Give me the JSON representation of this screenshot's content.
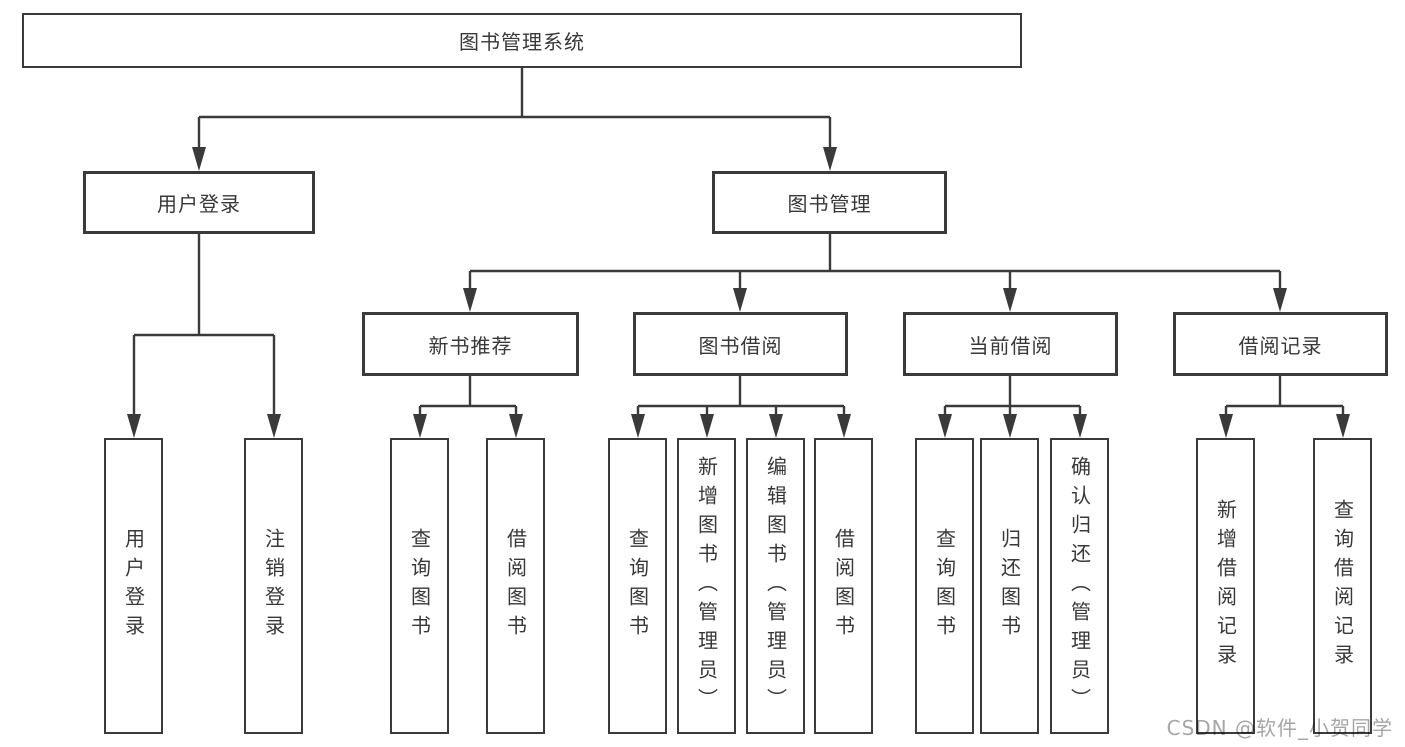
{
  "colors": {
    "background": "#ffffff",
    "line": "#3a3a3a",
    "box_border": "#3a3a3a",
    "text": "#383838",
    "watermark": "#a6a6a6"
  },
  "diagram": {
    "type": "tree",
    "root": {
      "label": "图书管理系统"
    },
    "level2": [
      {
        "id": "user-login",
        "label": "用户登录"
      },
      {
        "id": "book-management",
        "label": "图书管理"
      }
    ],
    "level3": [
      {
        "id": "new-book-recommend",
        "parent": "图书管理",
        "label": "新书推荐"
      },
      {
        "id": "book-borrowing",
        "parent": "图书管理",
        "label": "图书借阅"
      },
      {
        "id": "current-borrowing",
        "parent": "图书管理",
        "label": "当前借阅"
      },
      {
        "id": "borrowing-records",
        "parent": "图书管理",
        "label": "借阅记录"
      }
    ],
    "leaves": [
      {
        "parent": "用户登录",
        "label": "用户登录"
      },
      {
        "parent": "用户登录",
        "label": "注销登录"
      },
      {
        "parent": "新书推荐",
        "label": "查询图书"
      },
      {
        "parent": "新书推荐",
        "label": "借阅图书"
      },
      {
        "parent": "图书借阅",
        "label": "查询图书"
      },
      {
        "parent": "图书借阅",
        "label": "新增图书（管理员）"
      },
      {
        "parent": "图书借阅",
        "label": "编辑图书（管理员）"
      },
      {
        "parent": "图书借阅",
        "label": "借阅图书"
      },
      {
        "parent": "当前借阅",
        "label": "查询图书"
      },
      {
        "parent": "当前借阅",
        "label": "归还图书"
      },
      {
        "parent": "当前借阅",
        "label": "确认归还（管理员）"
      },
      {
        "parent": "借阅记录",
        "label": "新增借阅记录"
      },
      {
        "parent": "借阅记录",
        "label": "查询借阅记录"
      }
    ]
  },
  "watermark": {
    "text": "CSDN @软件_小贺同学"
  }
}
